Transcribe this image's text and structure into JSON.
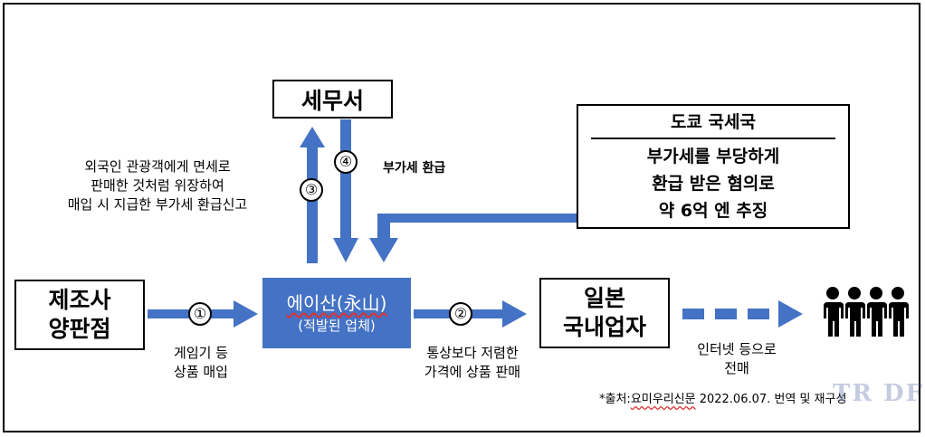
{
  "colors": {
    "arrow": "#4472c4",
    "center_box": "#4472c4",
    "people": "#000000"
  },
  "nodes": {
    "manufacturer": {
      "line1": "제조사",
      "line2": "양판점"
    },
    "tax_office": {
      "label": "세무서"
    },
    "center": {
      "line1": "에이산(永山)",
      "line2": "(적발된 업체)"
    },
    "japan_vendor": {
      "line1": "일본",
      "line2": "국내업자"
    },
    "tokyo_bureau": {
      "title": "도쿄 국세국",
      "line1": "부가세를 부당하게",
      "line2": "환급 받은 혐의로",
      "line3": "약 6억 엔 추징"
    }
  },
  "labels": {
    "claim": {
      "line1": "외국인 관광객에게 면세로",
      "line2": "판매한 것처럼 위장하여",
      "line3": "매입 시 지급한 부가세 환급신고"
    },
    "refund": "부가세 환급",
    "purchase": {
      "line1": "게임기 등",
      "line2": "상품 매입"
    },
    "sale": {
      "line1": "통상보다 저렴한",
      "line2": "가격에 상품 판매"
    },
    "resale": {
      "line1": "인터넷 등으로",
      "line2": "전매"
    },
    "source": {
      "prefix": "*출처:",
      "name": "요미우리신문",
      "date": "2022.06.07. 번역 및 재구성"
    },
    "watermark": "TR DF"
  },
  "steps": {
    "s1": "①",
    "s2": "②",
    "s3": "③",
    "s4": "④"
  },
  "icons": {
    "people": "people-group-icon"
  }
}
